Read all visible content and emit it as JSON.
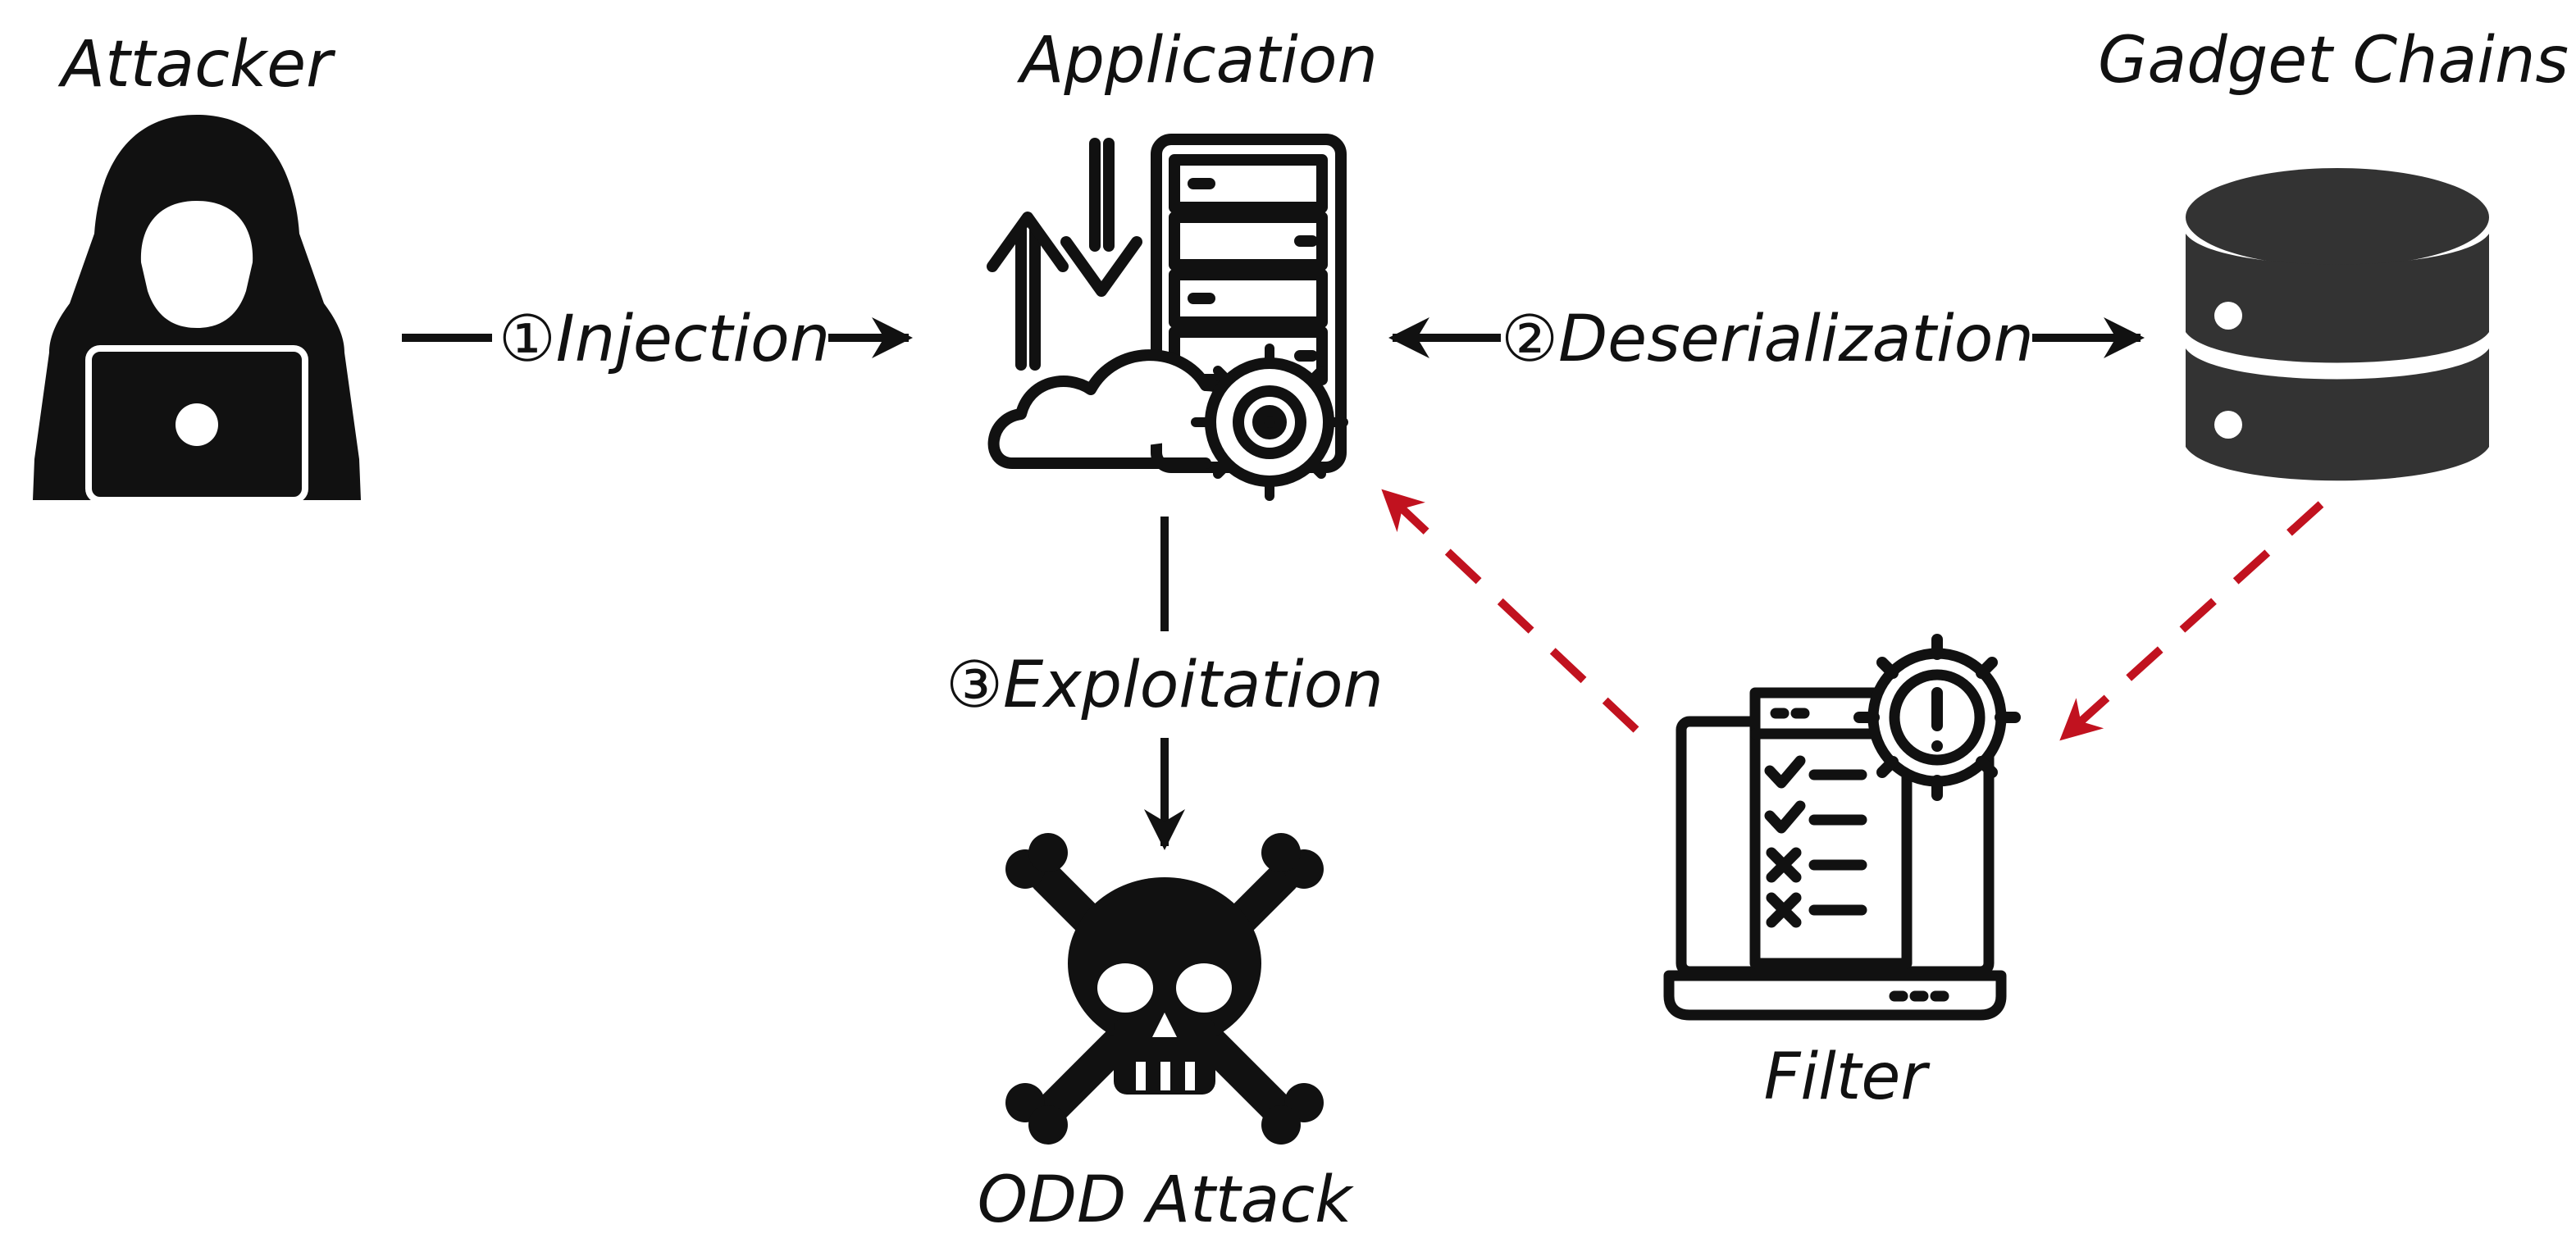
{
  "nodes": {
    "attacker": {
      "label": "Attacker",
      "icon": "hooded-hacker-laptop-icon"
    },
    "application": {
      "label": "Application",
      "icon": "server-cloud-gear-icon"
    },
    "gadget_chains": {
      "label": "Gadget Chains",
      "icon": "database-icon"
    },
    "filter": {
      "label": "Filter",
      "icon": "laptop-checklist-alert-icon"
    },
    "odd_attack": {
      "label": "ODD Attack",
      "icon": "skull-crossbones-icon"
    }
  },
  "edges": {
    "injection": {
      "label": "①Injection"
    },
    "deserialization": {
      "label": "②Deserialization"
    },
    "exploitation": {
      "label": "③Exploitation"
    }
  },
  "colors": {
    "ink": "#111111",
    "dashed_arrow": "#c1121f",
    "background": "#ffffff"
  }
}
